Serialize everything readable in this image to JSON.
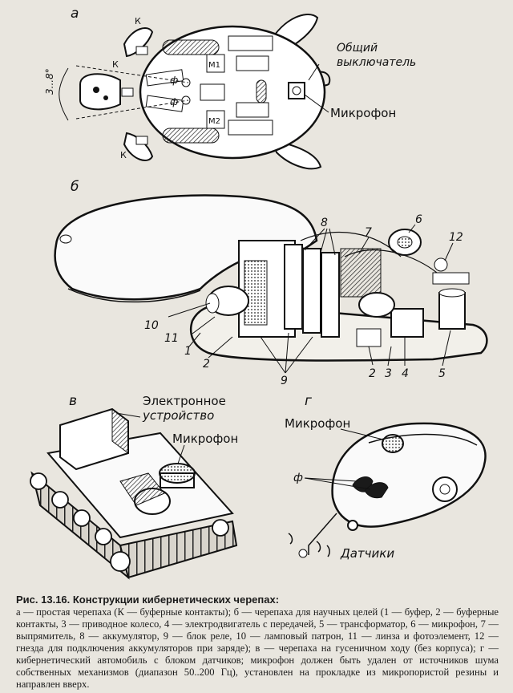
{
  "panels": {
    "a": {
      "letter": "а",
      "labels": {
        "k1": "К",
        "k2": "К",
        "k3": "К",
        "m1": "M1",
        "m2": "M2",
        "f1": "ф",
        "f2": "ф",
        "angle": "3...8°",
        "switch_line1": "Общий",
        "switch_line2": "выключатель",
        "microphone": "Микрофон"
      }
    },
    "b": {
      "letter": "б",
      "numbers": {
        "n1": "1",
        "n2a": "2",
        "n2b": "2",
        "n3": "3",
        "n4": "4",
        "n5": "5",
        "n6": "6",
        "n7": "7",
        "n8": "8",
        "n9": "9",
        "n10": "10",
        "n11": "11",
        "n12": "12"
      }
    },
    "v": {
      "letter": "в",
      "labels": {
        "device_line1": "Электронное",
        "device_line2": "устройство",
        "microphone": "Микрофон"
      }
    },
    "g": {
      "letter": "г",
      "labels": {
        "microphone": "Микрофон",
        "f": "ф",
        "sensors": "Датчики"
      }
    }
  },
  "caption": {
    "title": "Рис. 13.16. Конструкции кибернетических черепах:",
    "text": "а — простая черепаха (К — буферные контакты); б — черепаха для научных целей (1 — буфер, 2 — буферные контакты, 3 — приводное колесо, 4 — электродвигатель с передачей, 5 — трансформатор, 6 — микрофон, 7 — выпрямитель, 8 — аккумулятор, 9 — блок реле, 10 — ламповый патрон, 11 — линза и фотоэлемент, 12 — гнезда для подключения аккумуляторов при заряде); в — черепаха на гусеничном ходу (без корпуса); г — кибернетический автомобиль с блоком датчиков; микрофон должен быть удален от источников шума собственных механизмов (диапазон 50..200 Гц), установлен на прокладке из микропористой резины и направлен вверх."
  }
}
